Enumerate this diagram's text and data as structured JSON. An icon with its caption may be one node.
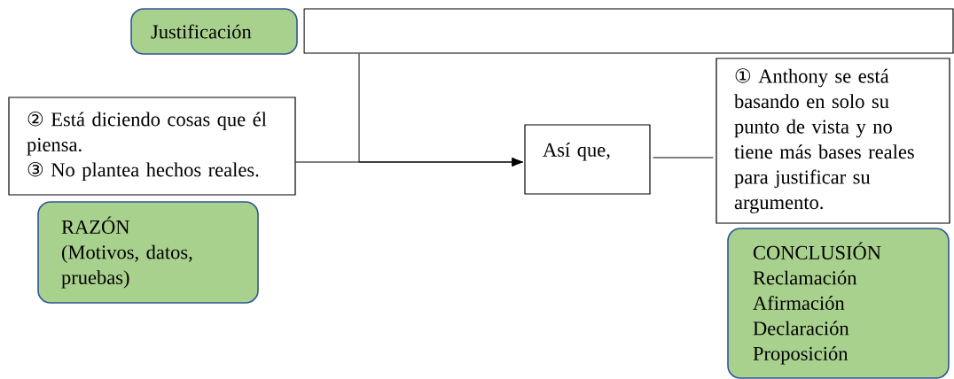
{
  "diagram": {
    "nodes": [
      {
        "text": [
          "Justificación"
        ]
      },
      {
        "text": [],
        "shape": "box"
      },
      {
        "text": [
          "② Está diciendo cosas que él piensa.",
          "③ No plantea hechos reales."
        ]
      },
      {
        "text": [
          "RAZÓN",
          "(Motivos, datos, pruebas)"
        ]
      },
      {
        "text": [
          "Así que,"
        ]
      },
      {
        "text": [
          "① Anthony se está basando en solo su punto de vista y no tiene más bases reales para justificar su argumento."
        ]
      },
      {
        "text": [
          "CONCLUSIÓN",
          "Reclamación",
          "Afirmación",
          "Declaración",
          "Proposición"
        ]
      }
    ],
    "edges": [
      {
        "from": 2,
        "to": 4,
        "arrow": "to"
      },
      {
        "from": 1,
        "to": 4,
        "arrow": "to"
      },
      {
        "from": 4,
        "to": 5,
        "arrow": "none"
      }
    ]
  }
}
